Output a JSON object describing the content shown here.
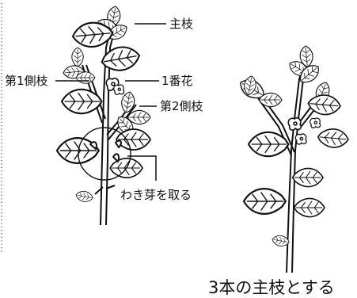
{
  "labels": {
    "main_stem": "主枝",
    "first_side_branch": "第1側枝",
    "first_flower": "1番花",
    "second_side_branch": "第2側枝",
    "remove_suckers": "わき芽を取る"
  },
  "caption": "3本の主枝とする"
}
